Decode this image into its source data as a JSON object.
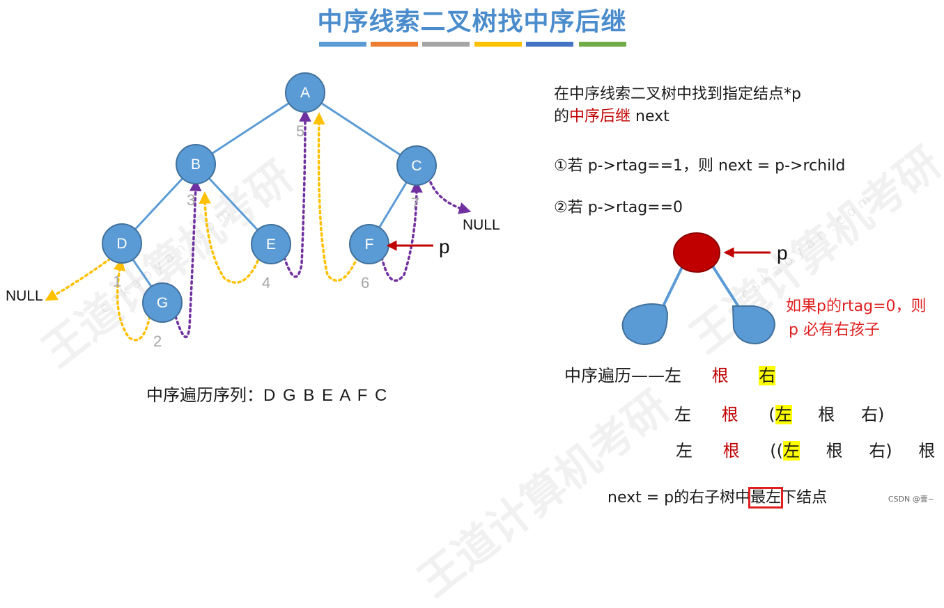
{
  "title": "中序线索二叉树找中序后继",
  "title_bar_colors": [
    "#5b9bd5",
    "#ed7d31",
    "#a5a5a5",
    "#ffc000",
    "#4472c4",
    "#70ad47"
  ],
  "colors": {
    "node": "#5b9bd5",
    "edge": "#5b9bd5",
    "purple_thread": "#7030a0",
    "yellow_thread": "#ffc000",
    "arrow_red": "#c00000",
    "red_node": "#c00000"
  },
  "tree": {
    "nodes": [
      {
        "id": "A",
        "label": "A"
      },
      {
        "id": "B",
        "label": "B"
      },
      {
        "id": "C",
        "label": "C"
      },
      {
        "id": "D",
        "label": "D"
      },
      {
        "id": "E",
        "label": "E"
      },
      {
        "id": "F",
        "label": "F"
      },
      {
        "id": "G",
        "label": "G"
      }
    ],
    "edges": [
      [
        "A",
        "B"
      ],
      [
        "A",
        "C"
      ],
      [
        "B",
        "D"
      ],
      [
        "B",
        "E"
      ],
      [
        "C",
        "F"
      ],
      [
        "D",
        "G"
      ]
    ],
    "order_numbers": [
      "1",
      "2",
      "3",
      "4",
      "5",
      "6",
      "7"
    ],
    "null_left": "NULL",
    "null_right": "NULL",
    "pointer": "p"
  },
  "traversal": {
    "label": "中序遍历序列：",
    "sequence": "D G B E A F C"
  },
  "right": {
    "line1": "在中序线索二叉树中找到指定结点*p",
    "line2_pre": "的",
    "line2_red": "中序后继",
    "line2_post": " next",
    "case1": "①若 p->rtag==1，则 next = p->rchild",
    "case2": "②若 p->rtag==0",
    "pointer": "p",
    "note1": "如果p的rtag=0，则",
    "note2": "p 必有右孩子",
    "row1_prefix": "中序遍历——",
    "left": "左",
    "root": "根",
    "right": "右",
    "open_paren": "(",
    "close_paren": ")",
    "open_double": "((",
    "next_pre": "next = p的右子树中",
    "next_box": "最左",
    "next_post": "下结点"
  },
  "watermark": {
    "text": "王道计算机考研",
    "sub": "cskaoyan.com"
  },
  "credit": "CSDN @壹~"
}
